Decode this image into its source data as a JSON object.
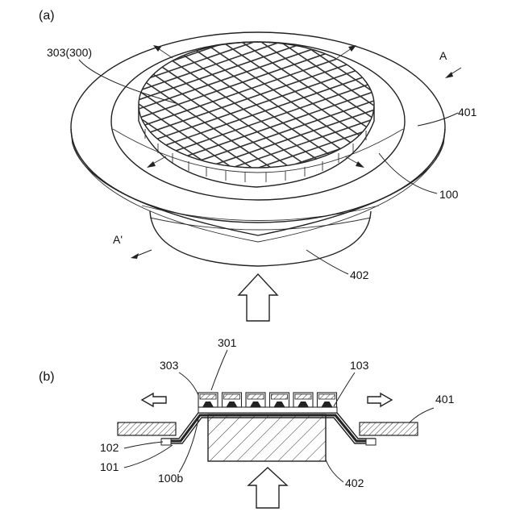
{
  "figure": {
    "panel_a": {
      "tag": "(a)",
      "labels": {
        "die_array": "303(300)",
        "wafer": "100",
        "ring": "401",
        "expander": "402",
        "section_a": "A",
        "section_a_prime": "A'"
      }
    },
    "panel_b": {
      "tag": "(b)",
      "labels": {
        "top_layer": "301",
        "die": "303",
        "adhesive": "103",
        "ring": "401",
        "tape_layer_a": "102",
        "tape_layer_b": "101",
        "tape_underside": "100b",
        "expander": "402"
      }
    }
  }
}
